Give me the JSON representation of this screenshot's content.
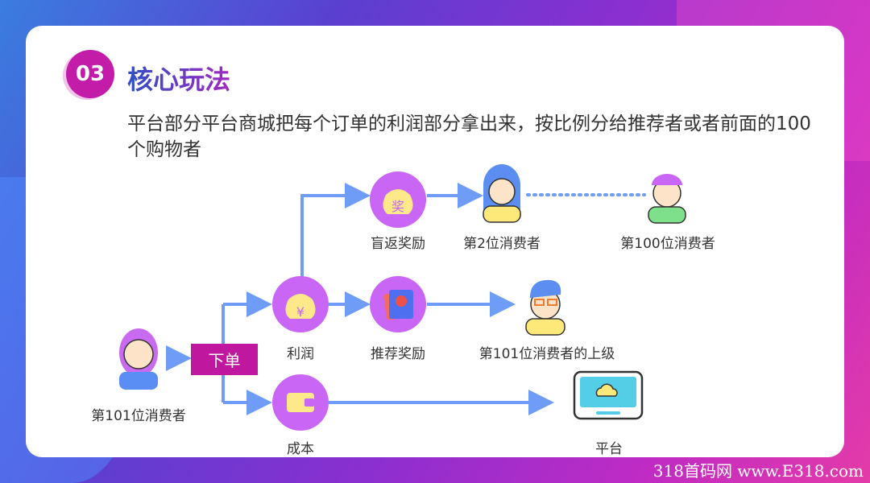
{
  "header": {
    "number": "03",
    "title": "核心玩法"
  },
  "description": "平台部分平台商城把每个订单的利润部分拿出来，按比例分给推荐者或者前面的100个购物者",
  "nodes": {
    "buyer101": "第101位消费者",
    "order": "下单",
    "profit": "利润",
    "cost": "成本",
    "blind_rebate": "盲返奖励",
    "referral": "推荐奖励",
    "consumer2": "第2位消费者",
    "consumer100": "第100位消费者",
    "superior": "第101位消费者的上级",
    "platform": "平台"
  },
  "icons": {
    "reward_char": "奖",
    "yuan": "¥"
  },
  "footer": "318首码网 www.E318.com",
  "colors": {
    "accent": "#c21ca8",
    "circle": "#c966f5",
    "line": "#6e9cf7"
  }
}
